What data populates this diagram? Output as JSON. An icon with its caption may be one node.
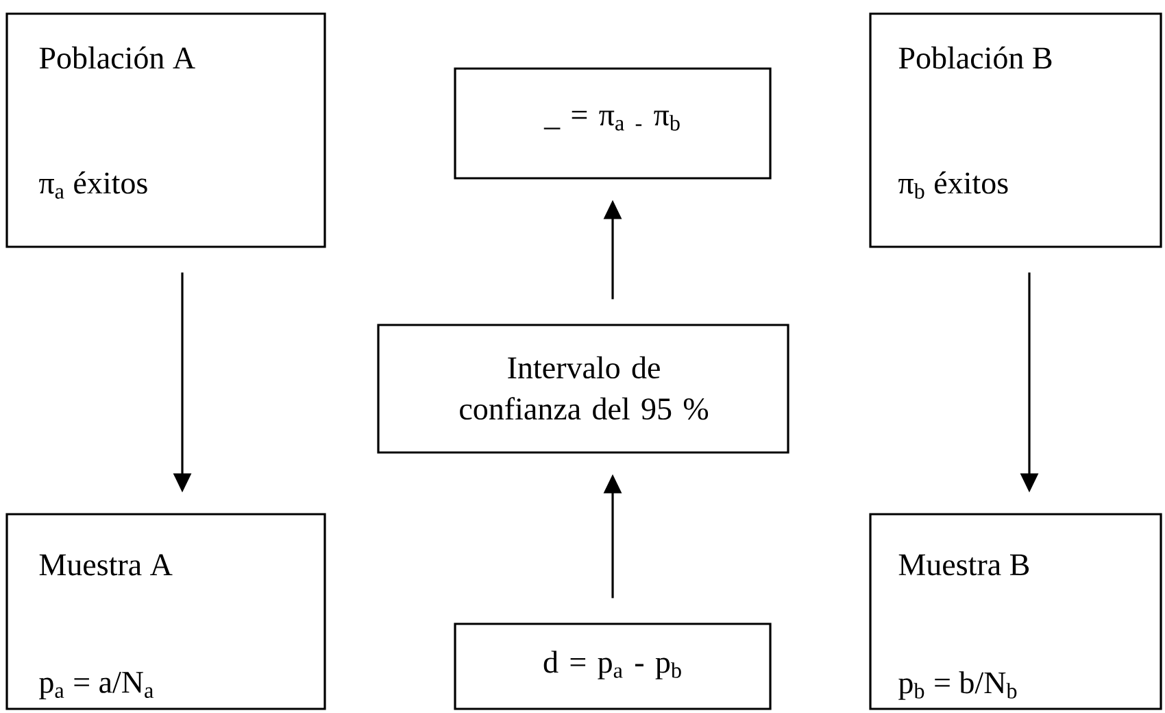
{
  "diagram": {
    "nodes": [
      {
        "text": [
          "Población A",
          "π$_{a}$ éxitos"
        ]
      },
      {
        "text": [
          "_ = π$_{a - }$π$_{b}$"
        ]
      },
      {
        "text": [
          "Población B",
          "π$_{b}$ éxitos"
        ]
      },
      {
        "text": [
          "Intervalo de confianza del 95 %"
        ]
      },
      {
        "text": [
          "Muestra A",
          "p$_{a}$ = a/N$_{a}$"
        ]
      },
      {
        "text": [
          "d = p$_{a}$ - p$_{b}$"
        ]
      },
      {
        "text": [
          "Muestra B",
          "p$_{b}$ = b/N$_{b}$"
        ]
      }
    ],
    "edges": [
      {
        "from": 0,
        "to": 4,
        "arrow": "to"
      },
      {
        "from": 2,
        "to": 6,
        "arrow": "to"
      },
      {
        "from": 5,
        "to": 3,
        "arrow": "to"
      },
      {
        "from": 3,
        "to": 1,
        "arrow": "to"
      }
    ]
  }
}
